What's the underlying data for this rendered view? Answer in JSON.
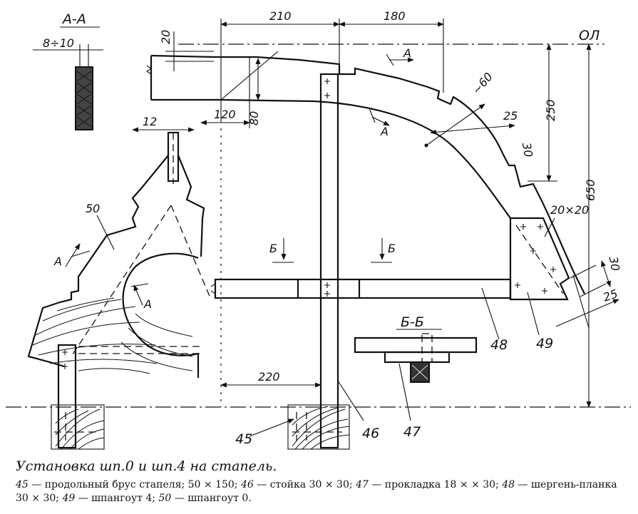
{
  "labels": {
    "section_aa": "А-А",
    "section_bb": "Б-Б",
    "dim_8_10": "8÷10",
    "dim_20": "20",
    "dim_210": "210",
    "dim_180": "180",
    "dim_120": "120",
    "dim_80": "80",
    "dim_12": "12",
    "dim_60": "~60",
    "dim_25": "25",
    "dim_250": "250",
    "dim_30a": "30",
    "dim_650": "650",
    "dim_20x20": "20×20",
    "dim_30b": "30",
    "dim_25b": "25",
    "dim_220": "220",
    "ref_ol": "ОЛ",
    "cut_a": "А",
    "cut_b": "Б",
    "part_50": "50",
    "part_48": "48",
    "part_49": "49",
    "part_45": "45",
    "part_46": "46",
    "part_47": "47"
  },
  "caption": {
    "title": "Установка шп.0 и шп.4 на стапель.",
    "legend": [
      {
        "num": "45",
        "text": " — продольный брус стапеля; 50 × 150; "
      },
      {
        "num": "46",
        "text": " — стойка 30 × 30; "
      },
      {
        "num": "47",
        "text": " — прокладка 18 × × 30; "
      },
      {
        "num": "48",
        "text": " — шергень-планка 30 × 30; "
      },
      {
        "num": "49",
        "text": " — шпангоут 4; "
      },
      {
        "num": "50",
        "text": " — шпангоут 0."
      }
    ]
  }
}
